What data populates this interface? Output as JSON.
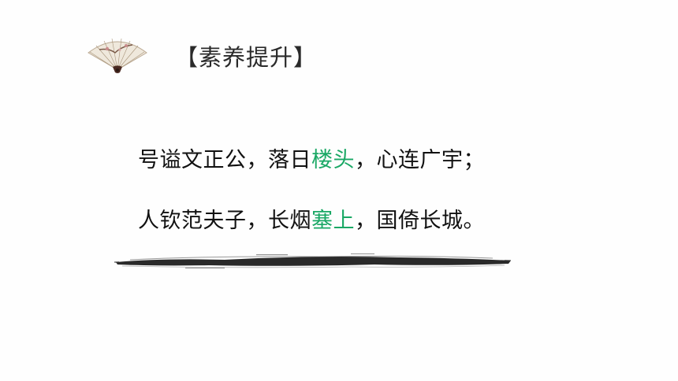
{
  "title": "【素养提升】",
  "couplet": {
    "line1": {
      "part1": "号谥文正公，落日",
      "highlight": "楼头",
      "part2": "，心连广宇；"
    },
    "line2": {
      "part1": "人钦范夫子，长烟",
      "highlight": "塞上",
      "part2": "，国倚长城。"
    }
  },
  "colors": {
    "highlight": "#1aa865",
    "text": "#111111"
  },
  "icons": {
    "fan": "folding-fan-icon",
    "divider": "brush-stroke-divider"
  }
}
